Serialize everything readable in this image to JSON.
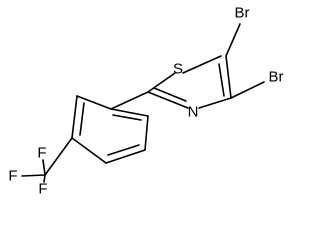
{
  "molecule": {
    "atoms": {
      "br_top": "Br",
      "br_right": "Br",
      "sulfur": "S",
      "nitrogen": "N",
      "f_top": "F",
      "f_left": "F",
      "f_bottom": "F"
    }
  }
}
